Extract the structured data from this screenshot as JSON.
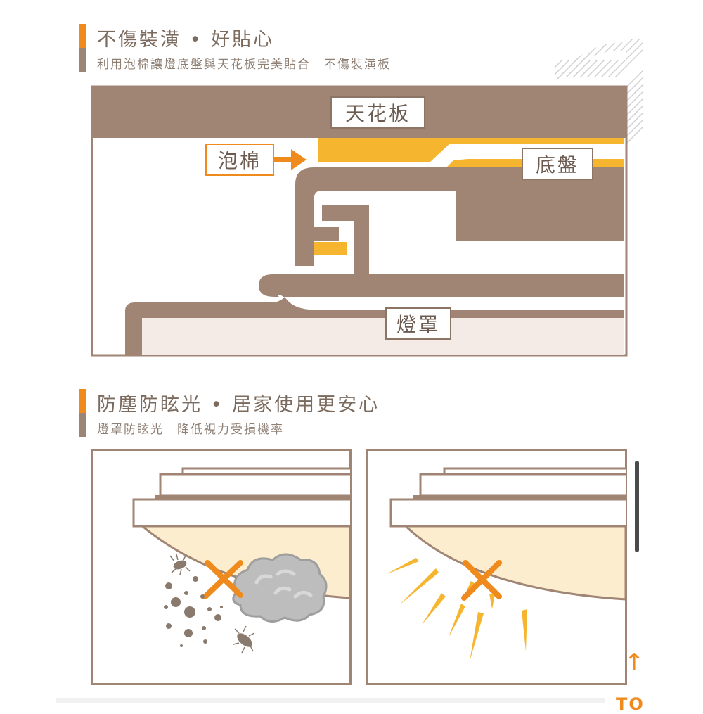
{
  "section1": {
    "title": "不傷裝潢 • 好貼心",
    "subtitle": "利用泡棉讓燈底盤與天花板完美貼合　不傷裝潢板",
    "labels": {
      "ceiling": "天花板",
      "foam": "泡棉",
      "base": "底盤",
      "shade": "燈罩"
    }
  },
  "section2": {
    "title": "防塵防眩光 • 居家使用更安心",
    "subtitle": "燈罩防眩光　降低視力受損機率",
    "left_panel": "dust-and-insects-blocked",
    "right_panel": "glare-blocked"
  },
  "to_top": {
    "label": "TO"
  },
  "colors": {
    "accent": "#ef8a1c",
    "brown": "#a08575",
    "dark_brown": "#8d7565",
    "foam": "#f6b52e",
    "shade": "#f5ebe6",
    "shade_glow": "#fbedce"
  },
  "icons": [
    "arrow-right-icon",
    "cross-icon",
    "dust-cloud-icon",
    "bug-icon",
    "glare-ray-icon",
    "arrow-up-icon"
  ]
}
